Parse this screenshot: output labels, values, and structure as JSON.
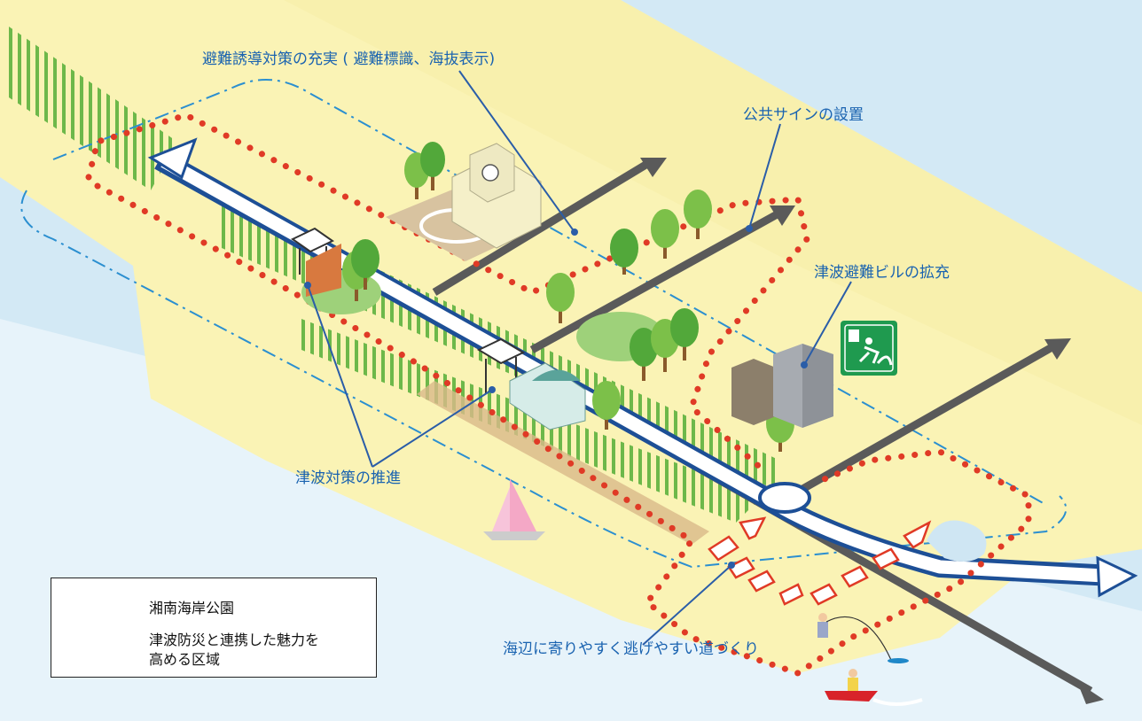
{
  "labels": {
    "evacuation_guidance": "避難誘導対策の充実 ( 避難標識、海抜表示)",
    "public_sign": "公共サインの設置",
    "tsunami_building": "津波避難ビルの拡充",
    "tsunami_measures": "津波対策の推進",
    "seaside_road": "海辺に寄りやすく逃げやすい道づくり"
  },
  "legend": {
    "park": "湘南海岸公園",
    "zone_line1": "津波防災と連携した魅力を",
    "zone_line2": "高める区域"
  },
  "colors": {
    "sea": "#cfe6f3",
    "land": "#faf3b5",
    "park_stripe": "#6db84a",
    "dots": "#e03a26",
    "road_main": "#1d4f96",
    "road_gray": "#555555",
    "label_blue": "#1a63b0",
    "sign_green": "#1f9a4f"
  },
  "icons": [
    "clock-tower-school-icon",
    "tree-icon",
    "lifeguard-tower-icon",
    "tsunami-evacuation-sign-icon",
    "sailboat-icon",
    "jet-ski-icon",
    "fisherman-icon"
  ]
}
